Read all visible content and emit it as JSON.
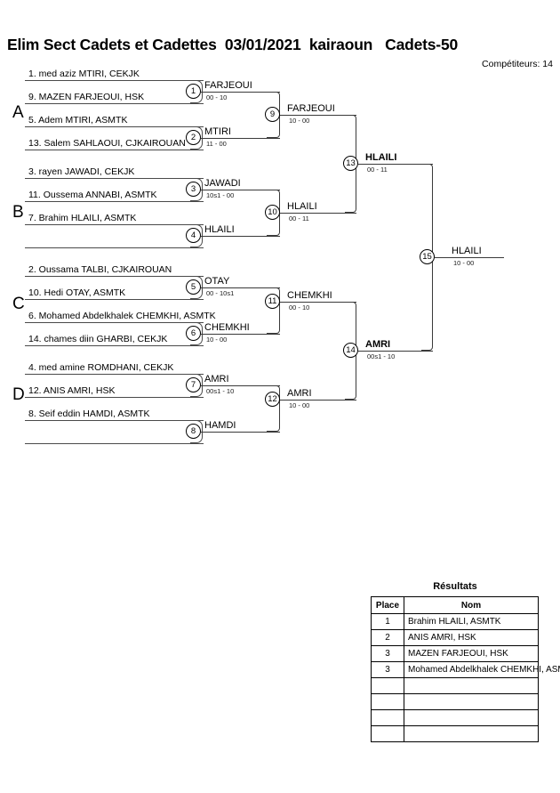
{
  "header": {
    "title": "Elim Sect Cadets et Cadettes  03/01/2021  kairaoun   Cadets-50",
    "competitors": "Compétiteurs: 14"
  },
  "bracket": {
    "groups": [
      {
        "letter": "A"
      },
      {
        "letter": "B"
      },
      {
        "letter": "C"
      },
      {
        "letter": "D"
      }
    ],
    "entries": [
      {
        "label": "1. med aziz MTIRI, CEKJK"
      },
      {
        "label": "9. MAZEN FARJEOUI, HSK"
      },
      {
        "label": "5. Adem MTIRI, ASMTK"
      },
      {
        "label": "13. Salem SAHLAOUI, CJKAIROUAN"
      },
      {
        "label": "3. rayen JAWADI, CEKJK"
      },
      {
        "label": "11. Oussema ANNABI, ASMTK"
      },
      {
        "label": "7. Brahim HLAILI, ASMTK"
      },
      {
        "label": ""
      },
      {
        "label": "2. Oussama TALBI, CJKAIROUAN"
      },
      {
        "label": "10. Hedi OTAY, ASMTK"
      },
      {
        "label": "6. Mohamed Abdelkhalek CHEMKHI, ASMTK"
      },
      {
        "label": "14. chames diin GHARBI, CEKJK"
      },
      {
        "label": "4. med amine ROMDHANI, CEKJK"
      },
      {
        "label": "12. ANIS AMRI, HSK"
      },
      {
        "label": "8. Seif eddin HAMDI, ASMTK"
      },
      {
        "label": ""
      }
    ],
    "matches": [
      {
        "number": "1",
        "winner": "FARJEOUI",
        "score": "00 - 10",
        "bold": false
      },
      {
        "number": "2",
        "winner": "MTIRI",
        "score": "11 - 00",
        "bold": false
      },
      {
        "number": "3",
        "winner": "JAWADI",
        "score": "10s1 - 00",
        "bold": false
      },
      {
        "number": "4",
        "winner": "HLAILI",
        "score": "",
        "bold": false
      },
      {
        "number": "5",
        "winner": "OTAY",
        "score": "00 - 10s1",
        "bold": false
      },
      {
        "number": "6",
        "winner": "CHEMKHI",
        "score": "10 - 00",
        "bold": false
      },
      {
        "number": "7",
        "winner": "AMRI",
        "score": "00s1 - 10",
        "bold": false
      },
      {
        "number": "8",
        "winner": "HAMDI",
        "score": "",
        "bold": false
      },
      {
        "number": "9",
        "winner": "FARJEOUI",
        "score": "10 - 00",
        "bold": false
      },
      {
        "number": "10",
        "winner": "HLAILI",
        "score": "00 - 11",
        "bold": false
      },
      {
        "number": "11",
        "winner": "CHEMKHI",
        "score": "00 - 10",
        "bold": false
      },
      {
        "number": "12",
        "winner": "AMRI",
        "score": "10 - 00",
        "bold": false
      },
      {
        "number": "13",
        "winner": "HLAILI",
        "score": "00 - 11",
        "bold": true
      },
      {
        "number": "14",
        "winner": "AMRI",
        "score": "00s1 - 10",
        "bold": true
      },
      {
        "number": "15",
        "winner": "HLAILI",
        "score": "10 - 00",
        "bold": false
      }
    ]
  },
  "results": {
    "title": "Résultats",
    "columns": [
      "Place",
      "Nom"
    ],
    "rows": [
      {
        "place": "1",
        "nom": "Brahim HLAILI, ASMTK"
      },
      {
        "place": "2",
        "nom": "ANIS AMRI, HSK"
      },
      {
        "place": "3",
        "nom": "MAZEN FARJEOUI, HSK"
      },
      {
        "place": "3",
        "nom": "Mohamed Abdelkhalek CHEMKHI, ASMTK"
      },
      {
        "place": "",
        "nom": ""
      },
      {
        "place": "",
        "nom": ""
      },
      {
        "place": "",
        "nom": ""
      },
      {
        "place": "",
        "nom": ""
      }
    ]
  }
}
